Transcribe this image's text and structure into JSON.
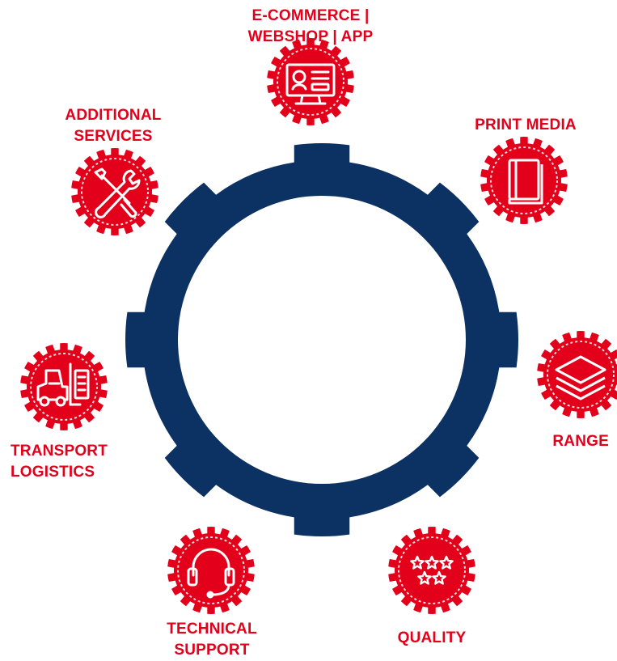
{
  "colors": {
    "gear_blue": "#0c3263",
    "accent_red": "#e2001a",
    "icon_white": "#ffffff"
  },
  "nodes": [
    {
      "id": "ecommerce",
      "icon": "monitor-icon",
      "label_lines": [
        "E-COMMERCE |",
        "WEBSHOP | APP"
      ]
    },
    {
      "id": "print-media",
      "icon": "book-icon",
      "label_lines": [
        "PRINT MEDIA"
      ]
    },
    {
      "id": "range",
      "icon": "layers-icon",
      "label_lines": [
        "RANGE"
      ]
    },
    {
      "id": "quality",
      "icon": "stars-icon",
      "label_lines": [
        "QUALITY"
      ]
    },
    {
      "id": "technical-support",
      "icon": "headset-icon",
      "label_lines": [
        "TECHNICAL",
        "SUPPORT"
      ]
    },
    {
      "id": "transport-logistics",
      "icon": "forklift-icon",
      "label_lines": [
        "TRANSPORT",
        "LOGISTICS"
      ]
    },
    {
      "id": "additional-services",
      "icon": "tools-icon",
      "label_lines": [
        "ADDITIONAL",
        "SERVICES"
      ]
    }
  ]
}
